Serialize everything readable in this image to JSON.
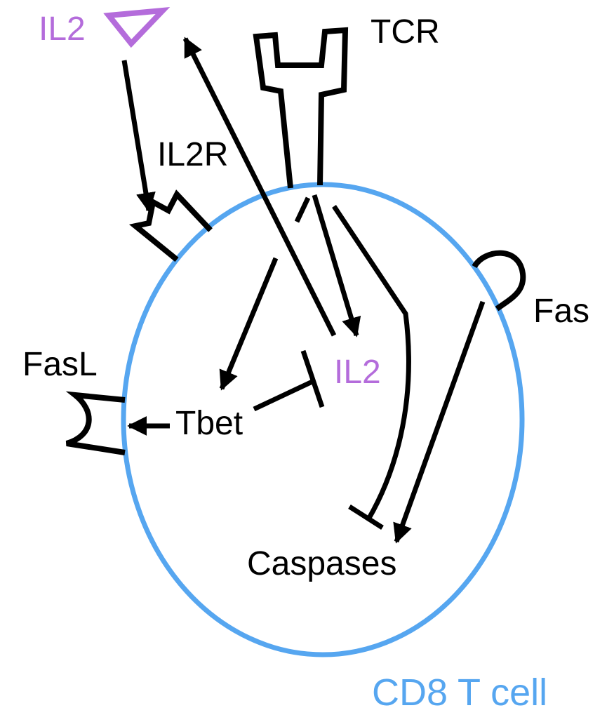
{
  "labels": {
    "il2_outside": "IL2",
    "tcr": "TCR",
    "il2r": "IL2R",
    "fas": "Fas",
    "fasl": "FasL",
    "tbet": "Tbet",
    "il2_inside": "IL2",
    "caspases": "Caspases",
    "cell": "CD8 T cell"
  },
  "colors": {
    "cell_membrane": "#56A6F0",
    "il2": "#B46CDB",
    "text": "#000000",
    "cell_label": "#56A6F0"
  },
  "icons": {
    "il2_ligand": "downward-triangle",
    "tcr_receptor": "y-shaped-receptor",
    "il2r_receptor": "notched-receptor",
    "fas_receptor": "rounded-hook-receptor",
    "fasl_ligand": "concave-ligand"
  }
}
